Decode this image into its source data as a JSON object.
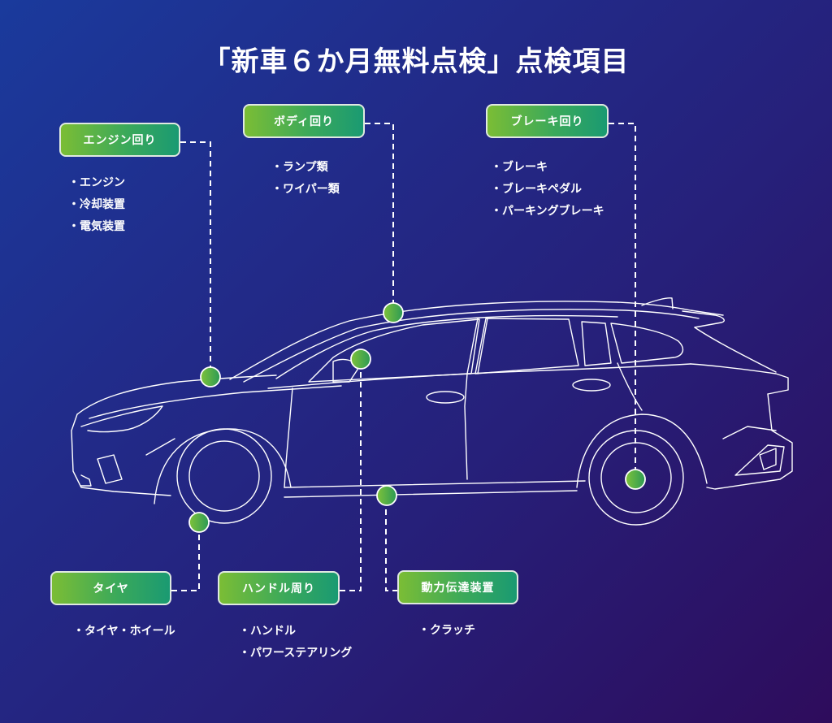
{
  "title": "「新車６か月無料点検」点検項目",
  "colors": {
    "accent_green": "#5cb848",
    "box_gradient_start": "#7bbd35",
    "box_gradient_end": "#1a9a72",
    "bg_start": "#1a3a9c",
    "bg_end": "#2e0c5c",
    "line": "#ffffff"
  },
  "categories": [
    {
      "id": "engine",
      "label": "エンジン回り",
      "items": [
        "エンジン",
        "冷却装置",
        "電気装置"
      ]
    },
    {
      "id": "body",
      "label": "ボディ回り",
      "items": [
        "ランプ類",
        "ワイパー類"
      ]
    },
    {
      "id": "brake",
      "label": "ブレーキ回り",
      "items": [
        "ブレーキ",
        "ブレーキペダル",
        "パーキングブレーキ"
      ]
    },
    {
      "id": "tire",
      "label": "タイヤ",
      "items": [
        "タイヤ・ホイール"
      ]
    },
    {
      "id": "steering",
      "label": "ハンドル周り",
      "items": [
        "ハンドル",
        "パワーステアリング"
      ]
    },
    {
      "id": "drivetrain",
      "label": "動力伝達装置",
      "items": [
        "クラッチ"
      ]
    }
  ]
}
